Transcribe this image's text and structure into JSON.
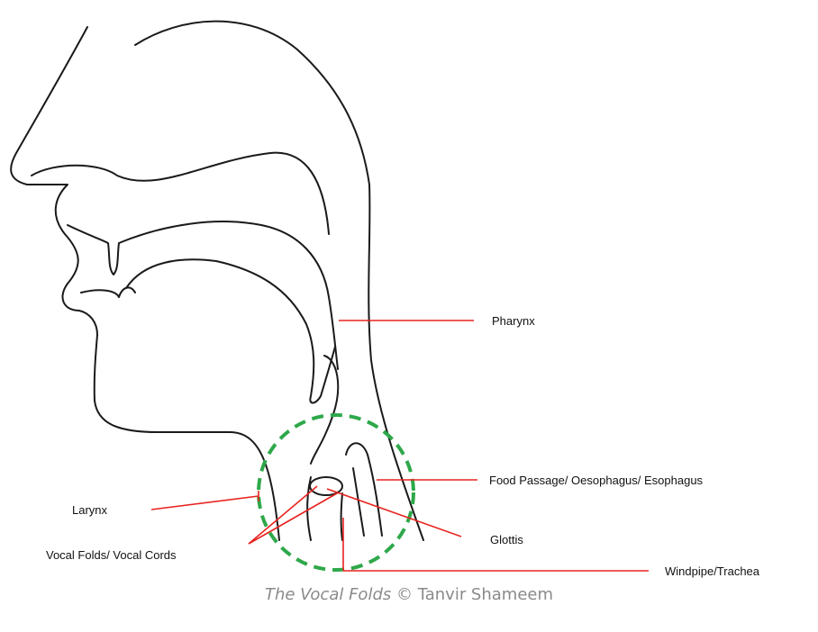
{
  "labels": {
    "pharynx": "Pharynx",
    "food_passage": "Food Passage/ Oesophagus/ Esophagus",
    "larynx": "Larynx",
    "glottis": "Glottis",
    "vocal_folds": "Vocal Folds/ Vocal Cords",
    "windpipe": "Windpipe/Trachea"
  },
  "caption": {
    "title": "The Vocal Folds",
    "credit": "© Tanvir Shameem"
  },
  "colors": {
    "outline": "#1a1a1a",
    "leader_lines": "#e8231f",
    "larynx_ring": "#2ea84a",
    "caption": "#8a8a8a"
  }
}
